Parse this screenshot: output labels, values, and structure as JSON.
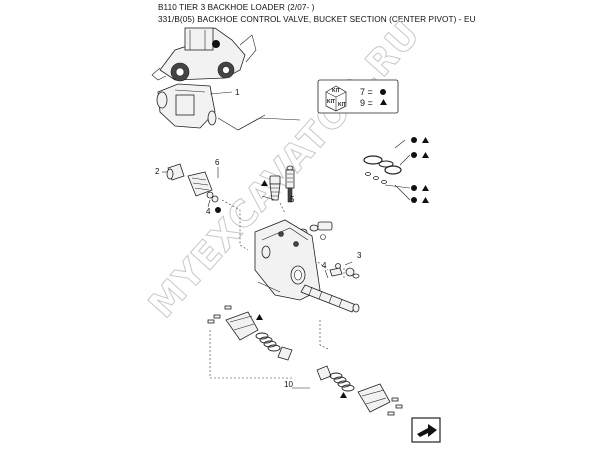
{
  "header": {
    "title": "B110 TIER 3 BACKHOE LOADER (2/07- )",
    "subtitle": "331/B(05) BACKHOE CONTROL VALVE, BUCKET SECTION (CENTER PIVOT) - EU"
  },
  "watermark": "MYEXCAVATOR.RU",
  "legend": {
    "kit_label": "KIT",
    "row1_num": "7 =",
    "row2_num": "9 ="
  },
  "callouts": [
    "1",
    "2",
    "6",
    "4",
    "5",
    "3",
    "4",
    "10"
  ],
  "icons": {
    "kit_box": "kit-box-icon",
    "circle": "filled-circle-icon",
    "triangle": "filled-triangle-icon",
    "next_page": "next-page-arrow-icon"
  }
}
